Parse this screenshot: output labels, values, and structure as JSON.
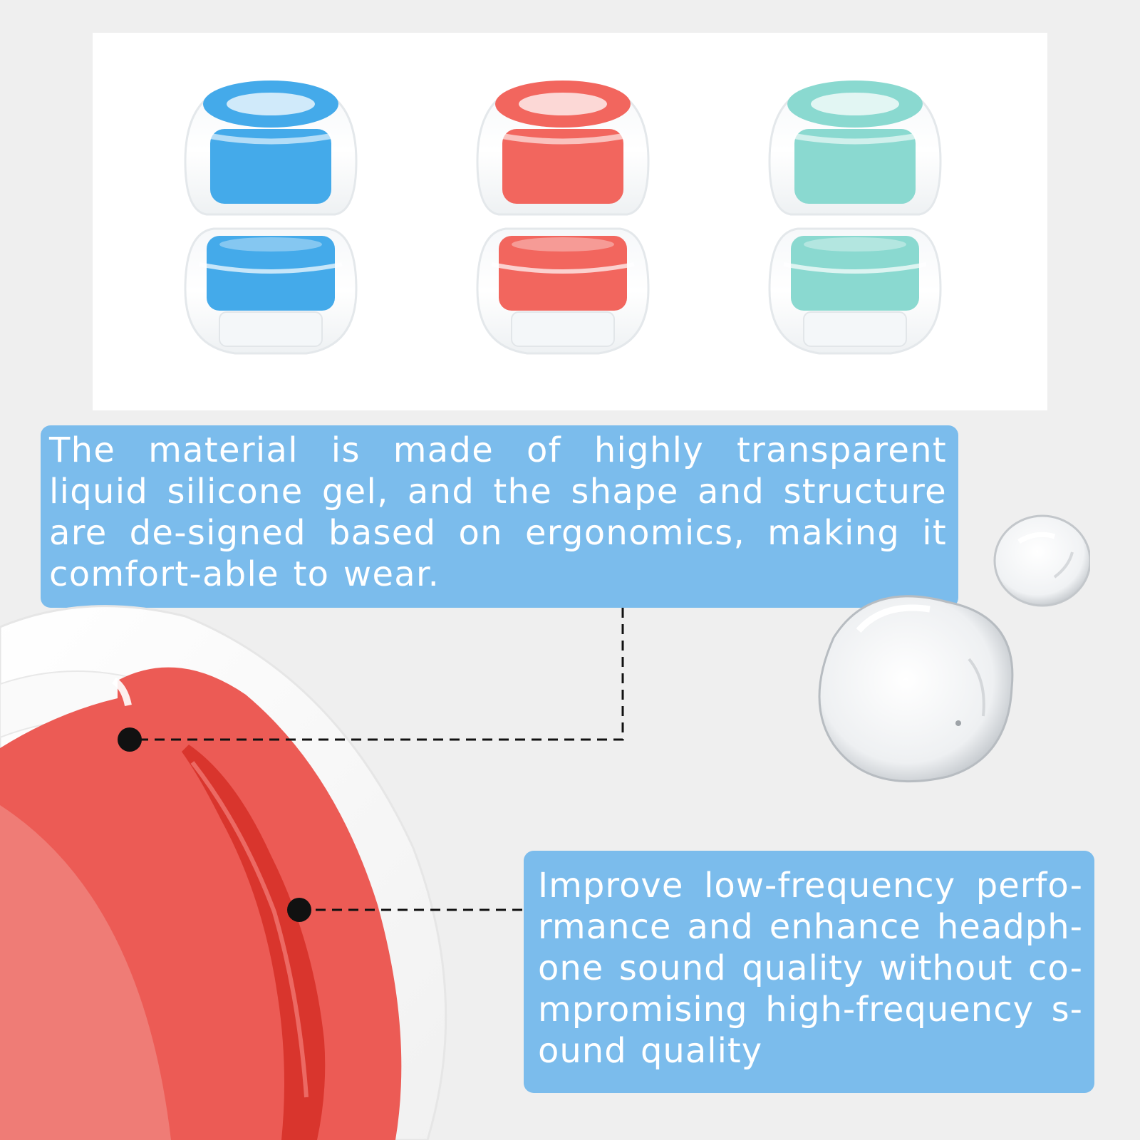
{
  "theme": {
    "background": "#efefef",
    "panel": "#ffffff",
    "callout_bg": "#7bbcec",
    "callout_text": "#ffffff",
    "leader": "#111111"
  },
  "products": [
    {
      "color_name": "blue",
      "core": "#44aaea",
      "core_light": "#8fcdf4"
    },
    {
      "color_name": "red",
      "core": "#f2665e",
      "core_light": "#f8a39d"
    },
    {
      "color_name": "mint",
      "core": "#8ad9d0",
      "core_light": "#bfeae4"
    }
  ],
  "callouts": {
    "material": "The material is made of highly transparent liquid silicone gel, and the shape and structure are de-signed based on ergonomics,  making it comfort-able to wear.",
    "sound": "Improve low-frequency perfo-rmance and enhance headph-one sound quality without co-mpromising high-frequency s-ound quality"
  },
  "closeup": {
    "core": "#ec5b55",
    "inner": "#d9352d",
    "rim": "#f7c4c1"
  }
}
